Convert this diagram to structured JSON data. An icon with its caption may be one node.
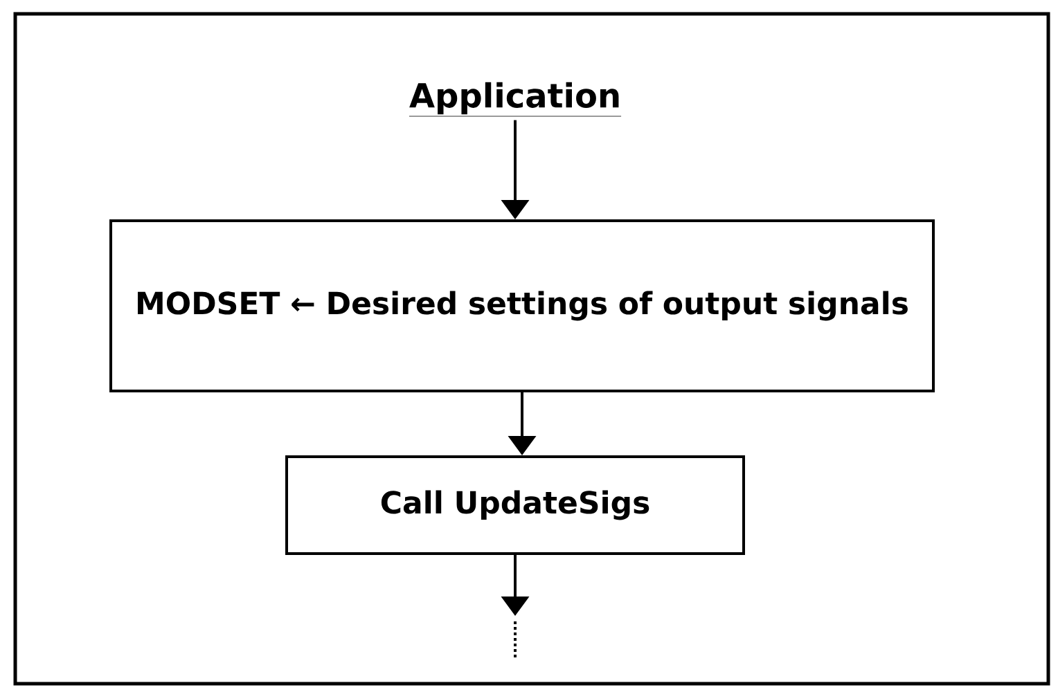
{
  "diagram": {
    "nodes": [
      {
        "text": [
          "Application"
        ]
      },
      {
        "text": [
          "MODSET ← Desired settings of output signals"
        ]
      },
      {
        "text": [
          "Call UpdateSigs"
        ]
      }
    ],
    "edges": [
      {
        "from": 0,
        "to": 1,
        "arrow": "to"
      },
      {
        "from": 1,
        "to": 2,
        "arrow": "to"
      },
      {
        "from": 2,
        "to": null,
        "arrow": "to"
      }
    ]
  }
}
